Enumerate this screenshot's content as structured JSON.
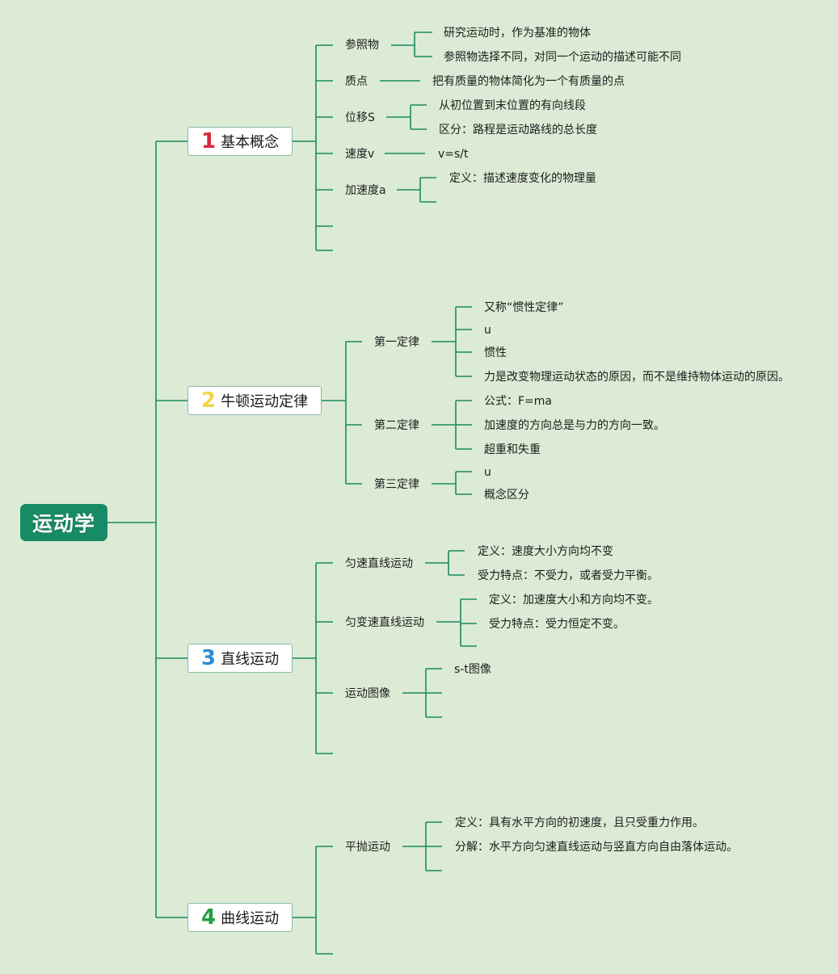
{
  "root": "运动学",
  "colors": {
    "line": "#1a8a63",
    "num1": "#d52b3c",
    "num2": "#f1d64a",
    "num3": "#2a8fd8",
    "num4": "#22a040"
  },
  "branches": [
    {
      "num": "1",
      "label": "基本概念",
      "topics": [
        {
          "label": "参照物",
          "items": [
            "研究运动时，作为基准的物体",
            "参照物选择不同，对同一个运动的描述可能不同"
          ]
        },
        {
          "label": "质点",
          "items": [
            "把有质量的物体简化为一个有质量的点"
          ]
        },
        {
          "label": "位移S",
          "items": [
            "从初位置到末位置的有向线段",
            "区分：路程是运动路线的总长度"
          ]
        },
        {
          "label": "速度v",
          "items": [
            "v=s/t"
          ]
        },
        {
          "label": "加速度a",
          "items": [
            "定义：描述速度变化的物理量"
          ]
        }
      ]
    },
    {
      "num": "2",
      "label": "牛顿运动定律",
      "topics": [
        {
          "label": "第一定律",
          "items": [
            "又称“惯性定律”",
            "u",
            "惯性",
            "力是改变物理运动状态的原因，而不是维持物体运动的原因。"
          ]
        },
        {
          "label": "第二定律",
          "items": [
            "公式：F=ma",
            "加速度的方向总是与力的方向一致。",
            "超重和失重"
          ]
        },
        {
          "label": "第三定律",
          "items": [
            "u",
            "概念区分"
          ]
        }
      ]
    },
    {
      "num": "3",
      "label": "直线运动",
      "topics": [
        {
          "label": "匀速直线运动",
          "items": [
            "定义：速度大小方向均不变",
            "受力特点：不受力，或者受力平衡。"
          ]
        },
        {
          "label": "匀变速直线运动",
          "items": [
            "定义：加速度大小和方向均不变。",
            "受力特点：受力恒定不变。"
          ]
        },
        {
          "label": "运动图像",
          "items": [
            "s-t图像"
          ]
        }
      ]
    },
    {
      "num": "4",
      "label": "曲线运动",
      "topics": [
        {
          "label": "平抛运动",
          "items": [
            "定义：具有水平方向的初速度，且只受重力作用。",
            "分解：水平方向匀速直线运动与竖直方向自由落体运动。"
          ]
        }
      ]
    }
  ]
}
